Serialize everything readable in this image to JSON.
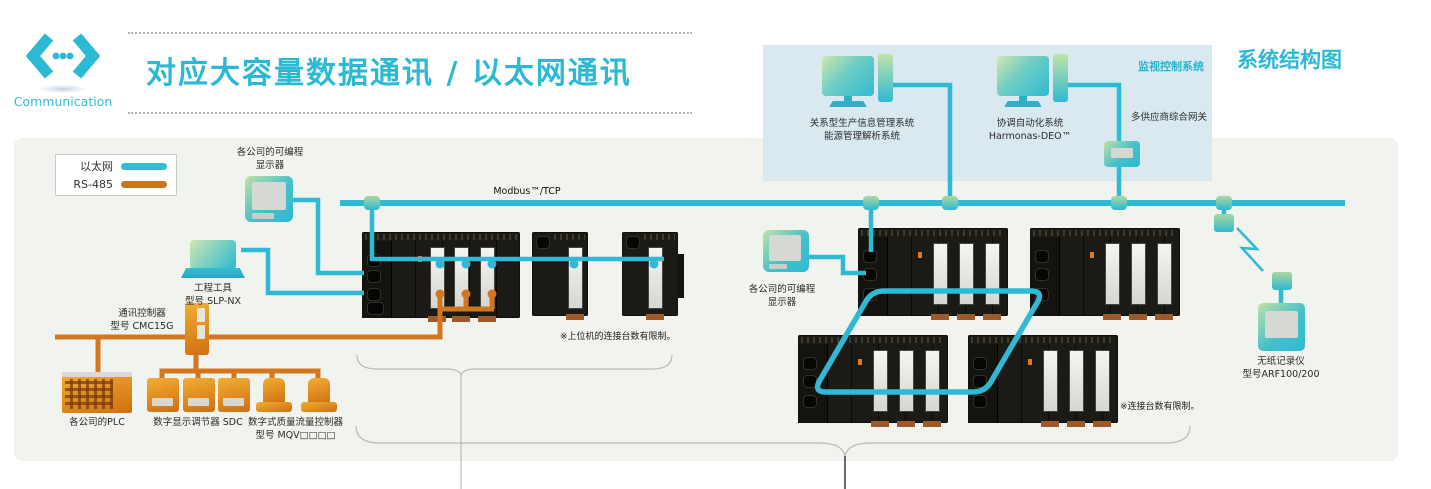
{
  "colors": {
    "teal": "#2cb9d3",
    "orange": "#d3761d",
    "panel_bg": "#d9e9ef",
    "figure_bg": "#f1f3ef"
  },
  "header": {
    "icon_label": "Communication",
    "title": "对应大容量数据通讯 / 以太网通讯"
  },
  "corner_title": "系统结构图",
  "legend": {
    "ethernet_label": "以太网",
    "rs485_label": "RS-485"
  },
  "bus_label": "Modbus™/TCP",
  "panel": {
    "title": "监视控制系统",
    "system1_line1": "关系型生产信息管理系统",
    "system1_line2": "能源管理解析系统",
    "system2_line1": "协调自动化系统",
    "system2_line2": "Harmonas-DEO™",
    "gateway_label": "多供应商综合网关"
  },
  "labels": {
    "hmi1_line1": "各公司的可编程",
    "hmi1_line2": "显示器",
    "tool_line1": "工程工具",
    "tool_line2": "型号 SLP-NX",
    "controller_line1": "通讯控制器",
    "controller_line2": "型号 CMC15G",
    "plc": "各公司的PLC",
    "sdc": "数字显示调节器 SDC",
    "mqv_line1": "数字式质量流量控制器",
    "mqv_line2": "型号 MQV□□□□",
    "note_upper": "※上位机的连接台数有限制。",
    "hmi2_line1": "各公司的可编程",
    "hmi2_line2": "显示器",
    "note_limit": "※连接台数有限制。",
    "recorder_line1": "无纸记录仪",
    "recorder_line2": "型号ARF100/200"
  }
}
